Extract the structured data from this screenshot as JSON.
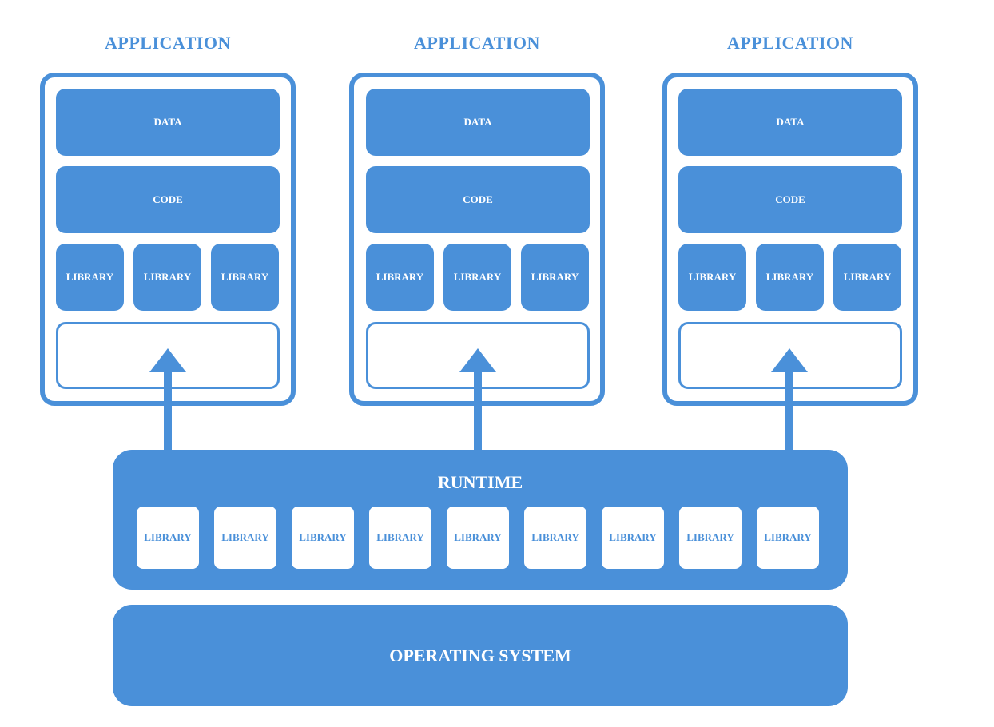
{
  "applications": [
    {
      "title": "APPLICATION",
      "data_label": "DATA",
      "code_label": "CODE",
      "libraries": [
        "LIBRARY",
        "LIBRARY",
        "LIBRARY"
      ]
    },
    {
      "title": "APPLICATION",
      "data_label": "DATA",
      "code_label": "CODE",
      "libraries": [
        "LIBRARY",
        "LIBRARY",
        "LIBRARY"
      ]
    },
    {
      "title": "APPLICATION",
      "data_label": "DATA",
      "code_label": "CODE",
      "libraries": [
        "LIBRARY",
        "LIBRARY",
        "LIBRARY"
      ]
    }
  ],
  "runtime": {
    "title": "RUNTIME",
    "libraries": [
      "LIBRARY",
      "LIBRARY",
      "LIBRARY",
      "LIBRARY",
      "LIBRARY",
      "LIBRARY",
      "LIBRARY",
      "LIBRARY",
      "LIBRARY"
    ]
  },
  "operating_system": {
    "title": "OPERATING SYSTEM"
  },
  "colors": {
    "accent": "#4a90d9",
    "background": "#ffffff"
  }
}
